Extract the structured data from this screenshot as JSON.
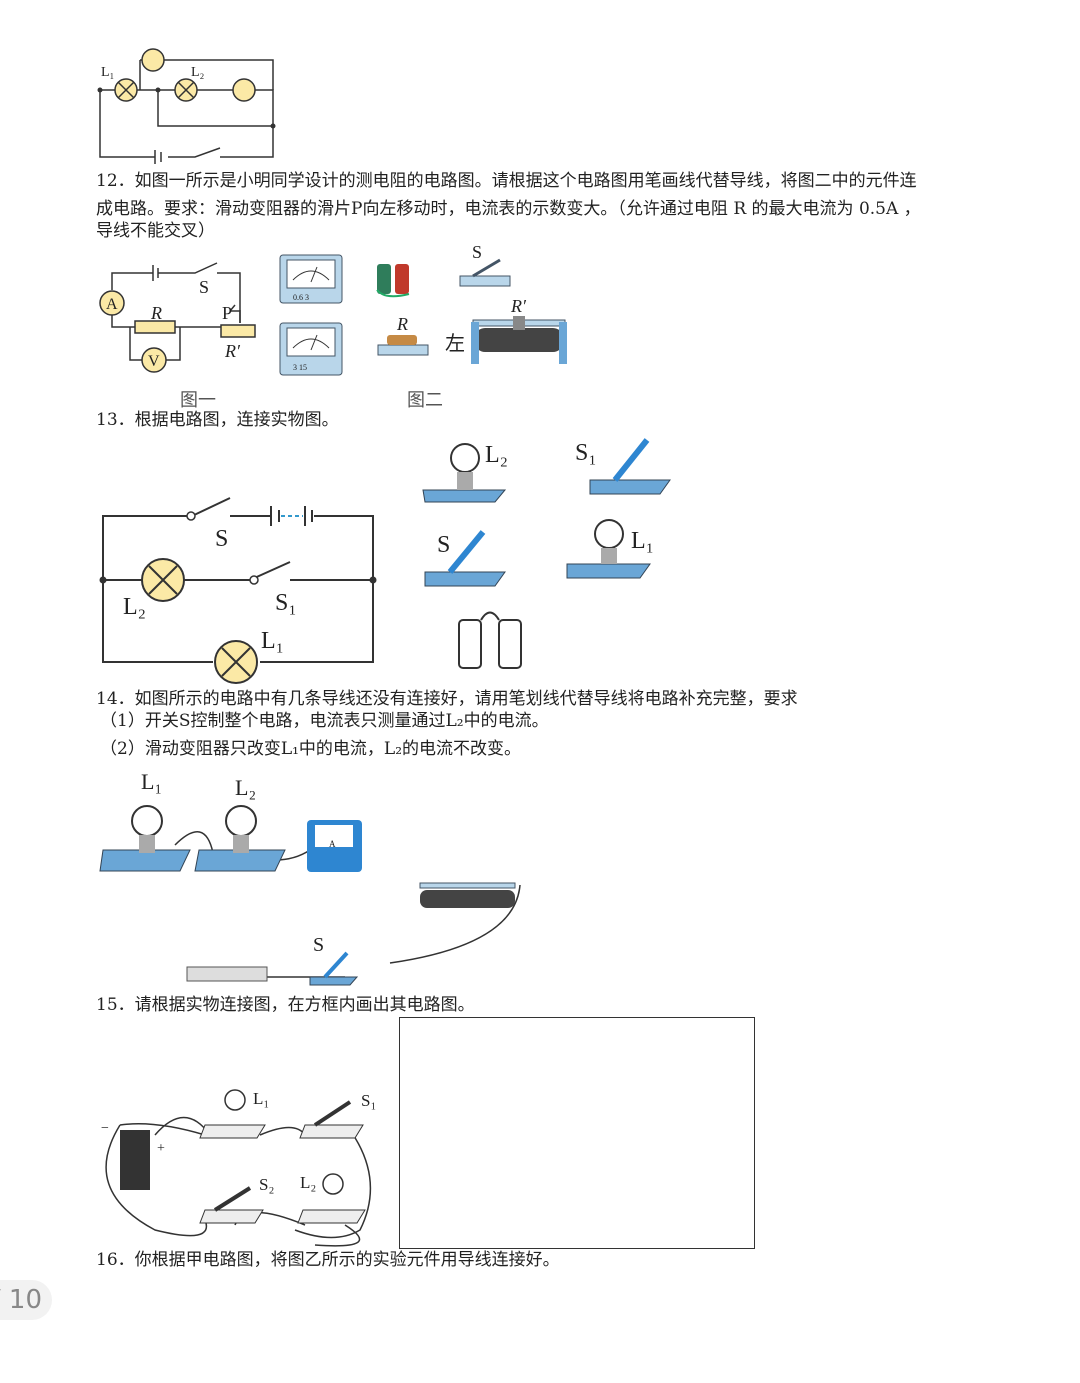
{
  "q11_fig": {
    "l1": "L₁",
    "l2": "L₂"
  },
  "q12": {
    "line1": "12．如图一所示是小明同学设计的测电阻的电路图。请根据这个电路图用笔画线代替导线，将图二中的元件连",
    "line2": "成电路。要求：滑动变阻器的滑片P向左移动时，电流表的示数变大。（允许通过电阻 R 的最大电流为 0.5A ，",
    "line3": "导线不能交叉）",
    "fig1_caption": "图一",
    "fig2_caption": "图二",
    "labels": {
      "A": "A",
      "V": "V",
      "S": "S",
      "R": "R",
      "P": "P",
      "Rp": "R′",
      "left": "左",
      "ammeter_scale": "0.6  3",
      "voltmeter_scale": "3  15"
    }
  },
  "q13": {
    "text": "13．根据电路图，连接实物图。",
    "labels": {
      "S": "S",
      "S1": "S₁",
      "L1": "L₁",
      "L2": "L₂"
    }
  },
  "q14": {
    "line1": "14．如图所示的电路中有几条导线还没有连接好，请用笔划线代替导线将电路补充完整，要求",
    "line2": "（1）开关S控制整个电路，电流表只测量通过L₂中的电流。",
    "line3": "（2）滑动变阻器只改变L₁中的电流，L₂的电流不改变。",
    "labels": {
      "L1": "L₁",
      "L2": "L₂",
      "S": "S",
      "A": "A"
    }
  },
  "q15": {
    "text": "15．请根据实物连接图，在方框内画出其电路图。",
    "labels": {
      "L1": "L₁",
      "L2": "L₂",
      "S1": "S₁",
      "S2": "S₂",
      "plus": "+",
      "minus": "−"
    }
  },
  "q16": {
    "text": "16．你根据甲电路图，将图乙所示的实验元件用导线连接好。"
  },
  "pager": {
    "label": "/ 10"
  }
}
